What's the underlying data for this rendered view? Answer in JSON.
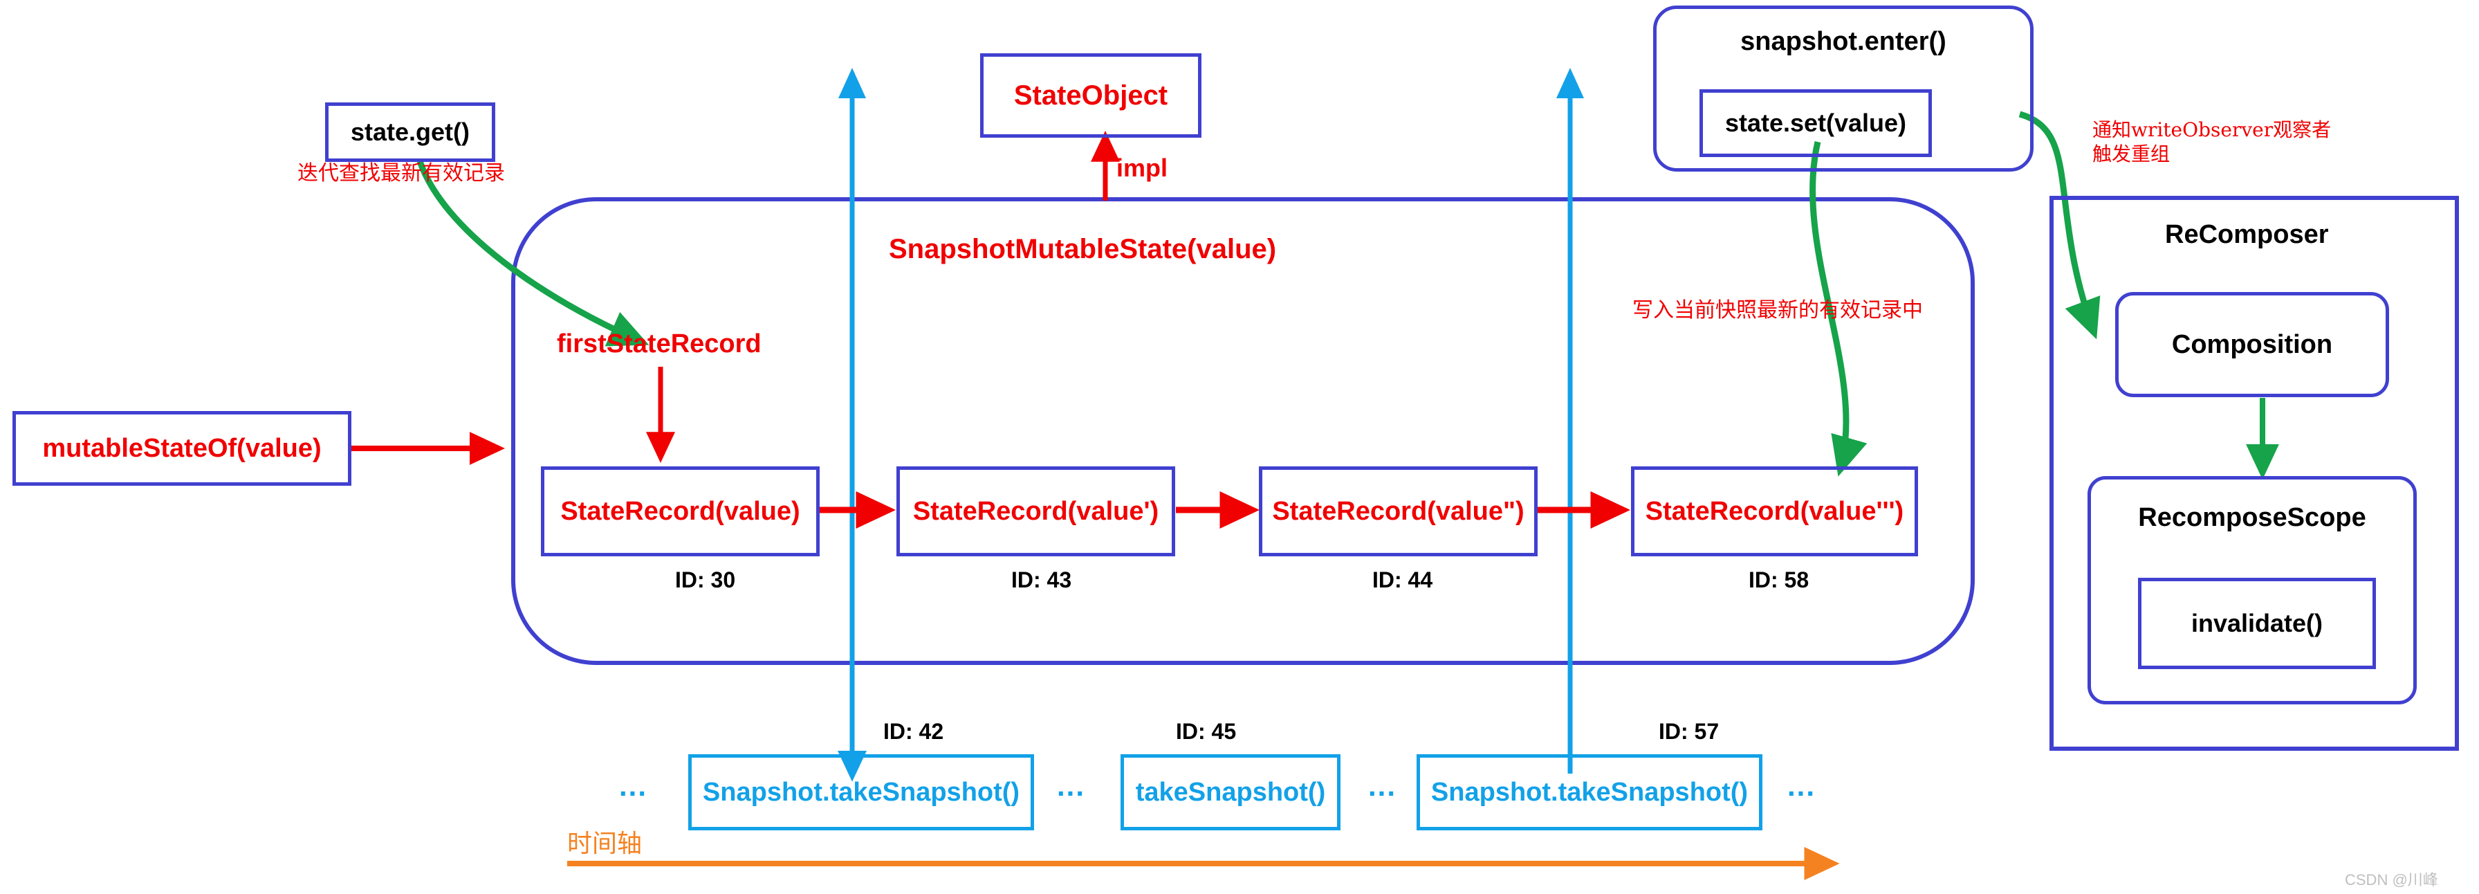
{
  "diagram": {
    "title": "Compose Snapshot state record timeline",
    "colors": {
      "blue": "#4040d0",
      "red": "#f00000",
      "cyan": "#12a1e8",
      "green": "#16a34a",
      "orange": "#f58220",
      "black": "#000000"
    }
  },
  "nodes": {
    "mutable_state_of": "mutableStateOf(value)",
    "state_get": "state.get()",
    "state_object": "StateObject",
    "impl_label": "impl",
    "snapshot_mutable_state": "SnapshotMutableState(value)",
    "first_state_record": "firstStateRecord",
    "snapshot_enter": "snapshot.enter()",
    "state_set": "state.set(value)",
    "recomposer": "ReComposer",
    "composition": "Composition",
    "recompose_scope": "RecomposeScope",
    "invalidate": "invalidate()"
  },
  "state_records": [
    {
      "label": "StateRecord(value)",
      "id_label": "ID: 30"
    },
    {
      "label": "StateRecord(value')",
      "id_label": "ID: 43"
    },
    {
      "label": "StateRecord(value\")",
      "id_label": "ID: 44"
    },
    {
      "label": "StateRecord(value''')",
      "id_label": "ID: 58"
    }
  ],
  "snapshots": [
    {
      "label": "Snapshot.takeSnapshot()",
      "id_label": "ID: 42"
    },
    {
      "label": "takeSnapshot()",
      "id_label": "ID: 45"
    },
    {
      "label": "Snapshot.takeSnapshot()",
      "id_label": "ID: 57"
    }
  ],
  "ellipses": [
    "...",
    "...",
    "...",
    "..."
  ],
  "annotations": {
    "iterate_find_latest": "迭代查找最新有效记录",
    "write_into_latest": "写入当前快照最新的有效记录中",
    "notify_write_observer_line1": "通知writeObserver观察者",
    "notify_write_observer_line2": "触发重组"
  },
  "axis": {
    "timeline_label": "时间轴"
  },
  "watermark": "CSDN @川峰"
}
